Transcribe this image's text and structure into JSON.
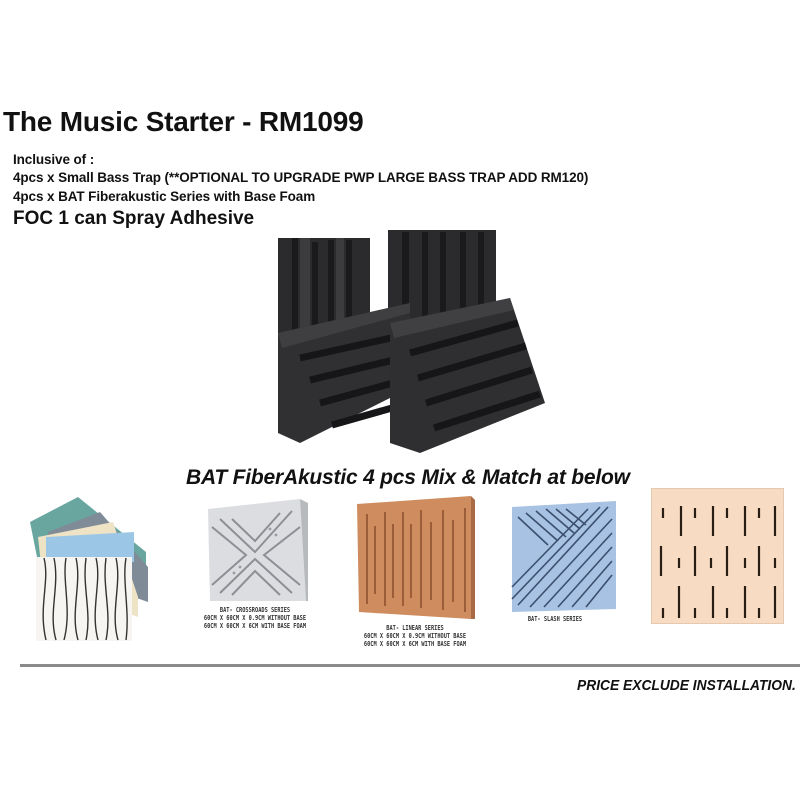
{
  "header": {
    "title": "The Music Starter - RM1099",
    "inclusive_label": "Inclusive of :",
    "items": [
      "4pcs x Small Bass Trap (**OPTIONAL TO UPGRADE PWP LARGE BASS TRAP ADD RM120)",
      "4pcs x BAT Fiberakustic Series with Base Foam"
    ],
    "foc": "FOC 1 can Spray Adhesive"
  },
  "hero_image": {
    "name": "small-bass-trap-foam",
    "colors": {
      "foam": "#2e2e30",
      "foam_dark": "#1d1d1f",
      "foam_light": "#444446"
    }
  },
  "mix_match": {
    "heading": "BAT FiberAkustic 4 pcs Mix & Match at below",
    "panels": [
      {
        "name": "wave-series-stack",
        "caption": [],
        "colors": [
          "#6ea7a2",
          "#7d8c9a",
          "#efe4c8",
          "#9fc8e6",
          "#f5f3ee"
        ]
      },
      {
        "name": "crossroads-series",
        "caption": [
          "BAT- CROSSROADS SERIES",
          "60CM X 60CM X 0.9CM WITHOUT BASE",
          "60CM X 60CM X 6CM WITH BASE FOAM"
        ],
        "color": "#d9dadd"
      },
      {
        "name": "linear-series",
        "caption": [
          "BAT- LINEAR SERIES",
          "60CM X 60CM X 0.9CM WITHOUT BASE",
          "60CM X 60CM X 6CM WITH BASE FOAM"
        ],
        "color": "#cd8a5e"
      },
      {
        "name": "slash-series",
        "caption": [
          "BAT- SLASH SERIES"
        ],
        "color": "#a8c1e2"
      },
      {
        "name": "slot-series",
        "caption": [],
        "color": "#f7dcc2"
      }
    ]
  },
  "footer": {
    "note": "PRICE EXCLUDE INSTALLATION."
  }
}
